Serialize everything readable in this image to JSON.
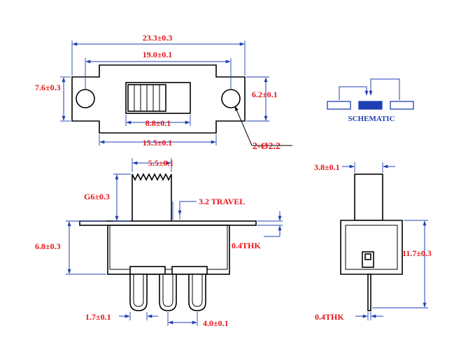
{
  "dimensions": {
    "overall_length": "23.3±0.3",
    "mount_hole_spacing": "19.0±0.1",
    "flange_height": "7.6±0.3",
    "hole_height": "6.2±0.1",
    "slot_width": "8.8±0.1",
    "body_length": "15.5±0.1",
    "hole_diameter": "2-Ø2.2",
    "actuator_width": "5.5±0.1",
    "actuator_height": "G6±0.3",
    "travel": "3.2 TRAVEL",
    "body_height": "6.8±0.3",
    "plate_thickness": "0.4THK",
    "terminal_width": "1.7±0.1",
    "terminal_pitch": "4.0±0.1",
    "side_actuator_width": "3.8±0.1",
    "side_height": "11.7±0.3",
    "side_pin_thickness": "0.4THK"
  },
  "schematic": {
    "label": "SCHEMATIC"
  },
  "colors": {
    "dimension_text": "#e8141a",
    "dimension_line": "#1f3fb4",
    "outline": "#000000",
    "schematic": "#1f3fb4"
  }
}
